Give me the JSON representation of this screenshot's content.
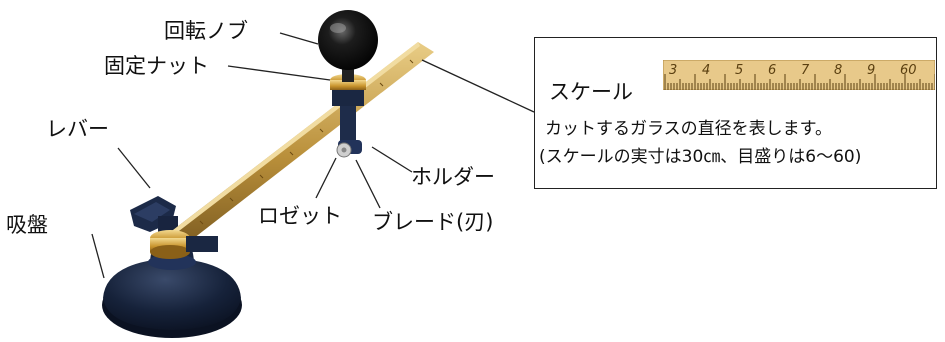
{
  "labels": {
    "rotary_knob": "回転ノブ",
    "fixing_nut": "固定ナット",
    "lever": "レバー",
    "suction_cup": "吸盤",
    "holder": "ホルダー",
    "rosette": "ロゼット",
    "blade": "ブレード(刃)"
  },
  "scale_box": {
    "title": "スケール",
    "line1": "カットするガラスの直径を表します。",
    "line2": "(スケールの実寸は30㎝、目盛りは6〜60)",
    "ruler_numbers": [
      "3",
      "4",
      "5",
      "6",
      "7",
      "8",
      "9",
      "60"
    ]
  },
  "colors": {
    "brass": "#c9a24a",
    "dark_blue": "#17243d",
    "ruler": "#e8c98a"
  }
}
